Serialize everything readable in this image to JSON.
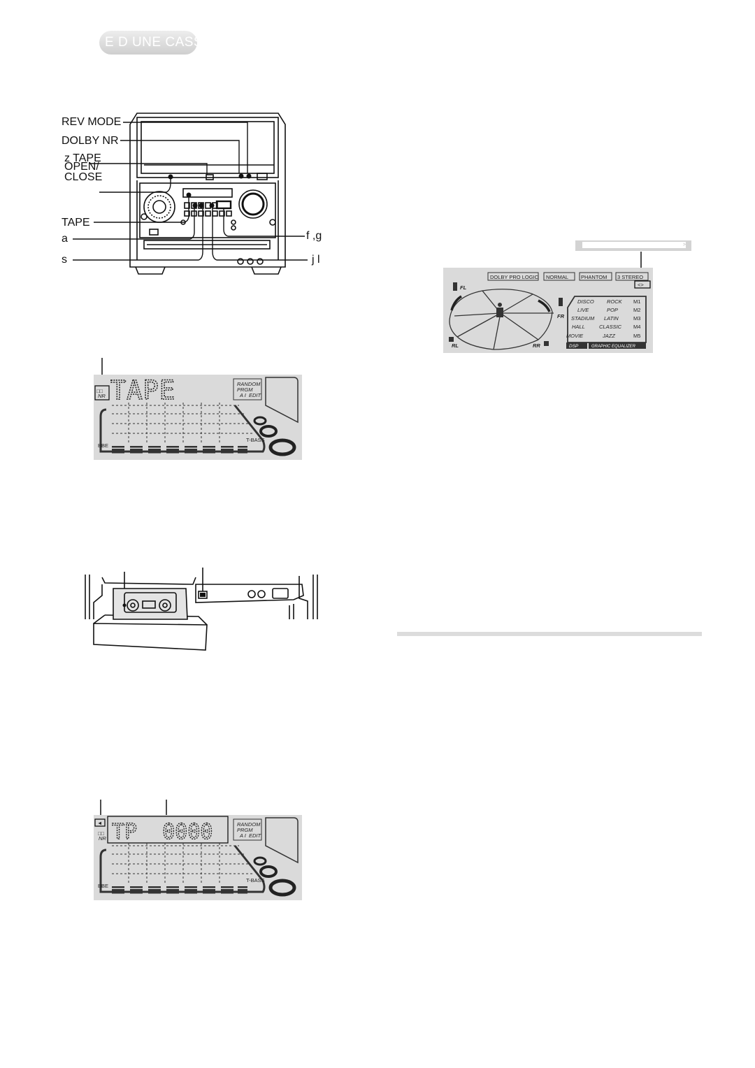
{
  "header": {
    "title": "E D UNE CASS"
  },
  "stereo_labels": {
    "rev_mode": "REV MODE",
    "dolby_nr": "DOLBY NR",
    "tape_open_close_1": "z  TAPE",
    "tape_open_close_2": "OPEN/",
    "tape_open_close_3": "CLOSE",
    "tape": "TAPE",
    "a": "a",
    "s": "s",
    "f_g": "f      ,g",
    "j_l": "j   l"
  },
  "display1": {
    "big_text": "TAPE",
    "nr_symbol": "□□",
    "nr": "NR",
    "random": "RANDOM",
    "prgm": "PRGM",
    "ai": "A I",
    "edit": "EDIT",
    "bbe": "BBE",
    "tbass": "T-BASS"
  },
  "display2": {
    "big_text": "TP  0000",
    "arrow": "◄",
    "nr_symbol": "□□",
    "nr": "NR",
    "random": "RANDOM",
    "prgm": "PRGM",
    "ai": "A I",
    "edit": "EDIT",
    "bbe": "BBE",
    "tbass": "T-BASS"
  },
  "surround_display": {
    "top_marker": ">",
    "modes": [
      "DOLBY PRO LOGIC",
      "NORMAL",
      "PHANTOM",
      "3 STEREO"
    ],
    "speakers": {
      "fl": "FL",
      "fr": "FR",
      "rl": "RL",
      "rr": "RR"
    },
    "dsp_items": [
      "DISCO",
      "LIVE",
      "STADIUM",
      "HALL",
      "MOVIE"
    ],
    "eq_items": [
      "ROCK",
      "POP",
      "LATIN",
      "CLASSIC",
      "JAZZ"
    ],
    "m_items": [
      "M1",
      "M2",
      "M3",
      "M4",
      "M5"
    ],
    "dsp_label": "DSP",
    "eq_label": "GRAPHIC EQUALIZER"
  }
}
